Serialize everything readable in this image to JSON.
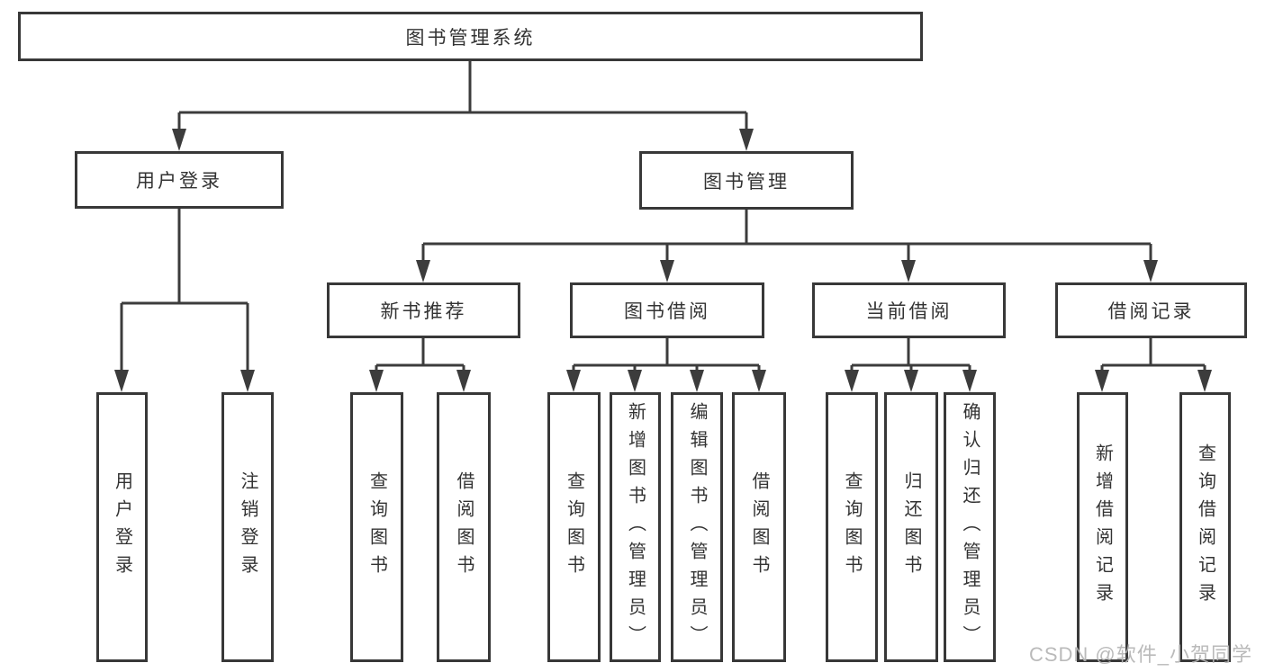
{
  "tree": {
    "root_label": "图书管理系统",
    "branches": [
      {
        "label": "用户登录",
        "leaves": [
          "用户登录",
          "注销登录"
        ]
      },
      {
        "label": "图书管理",
        "groups": [
          {
            "label": "新书推荐",
            "leaves": [
              "查询图书",
              "借阅图书"
            ]
          },
          {
            "label": "图书借阅",
            "leaves": [
              "查询图书",
              "新增图书（管理员）",
              "编辑图书（管理员）",
              "借阅图书"
            ]
          },
          {
            "label": "当前借阅",
            "leaves": [
              "查询图书",
              "归还图书",
              "确认归还（管理员）"
            ]
          },
          {
            "label": "借阅记录",
            "leaves": [
              "新增借阅记录",
              "查询借阅记录"
            ]
          }
        ]
      }
    ]
  },
  "watermark": "CSDN @软件_小贺同学",
  "colors": {
    "line": "#3c3c3c",
    "box_border": "#383838",
    "text": "#333333",
    "background": "#ffffff",
    "watermark": "#b5b5b5"
  }
}
